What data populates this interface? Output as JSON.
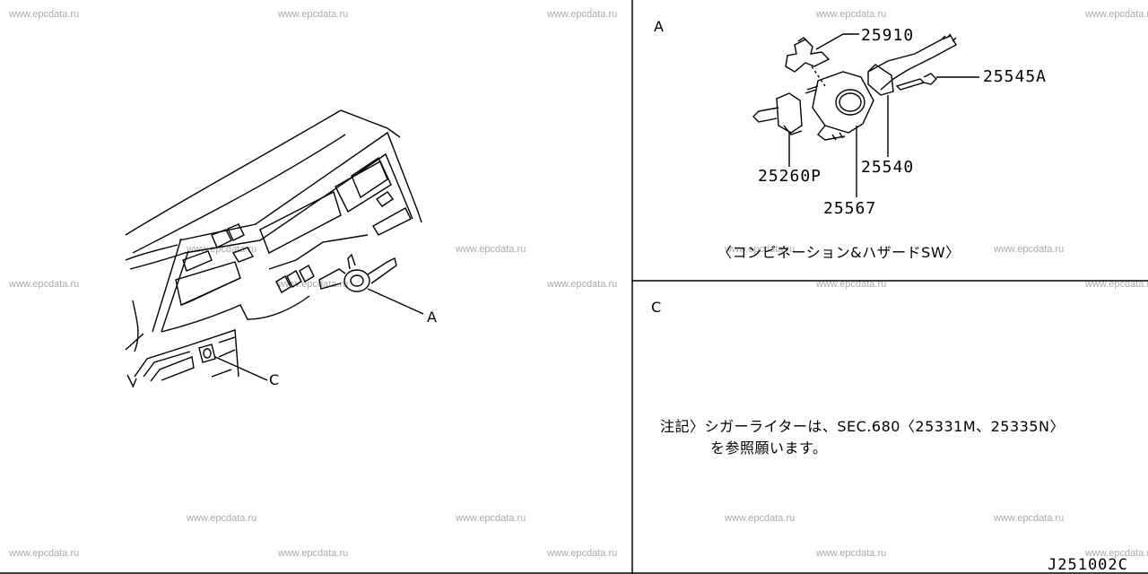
{
  "watermark": "www.epcdata.ru",
  "left_panel": {
    "callout_a": "A",
    "callout_c": "C"
  },
  "panel_a": {
    "letter": "A",
    "parts": {
      "p25910": "25910",
      "p25545a": "25545A",
      "p25540": "25540",
      "p25260p": "25260P",
      "p25567": "25567"
    },
    "caption": "〈コンビネーション&ハザードSW〉"
  },
  "panel_c": {
    "letter": "C",
    "note_line1": "注記〉シガーライターは、SEC.680〈25331M、25335N〉",
    "note_line2": "を参照願います。"
  },
  "footer_code": "J251002C"
}
